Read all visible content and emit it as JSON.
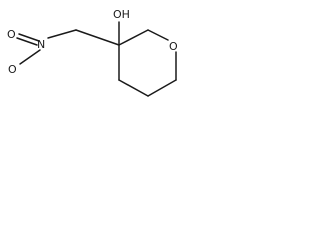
{
  "structure": {
    "atoms": {
      "hydroxyl": "OH",
      "ring_oxygen": "O",
      "nitro_oxygen_top": "O",
      "nitro_nitrogen": "N",
      "nitro_oxygen_bottom": "O"
    }
  }
}
